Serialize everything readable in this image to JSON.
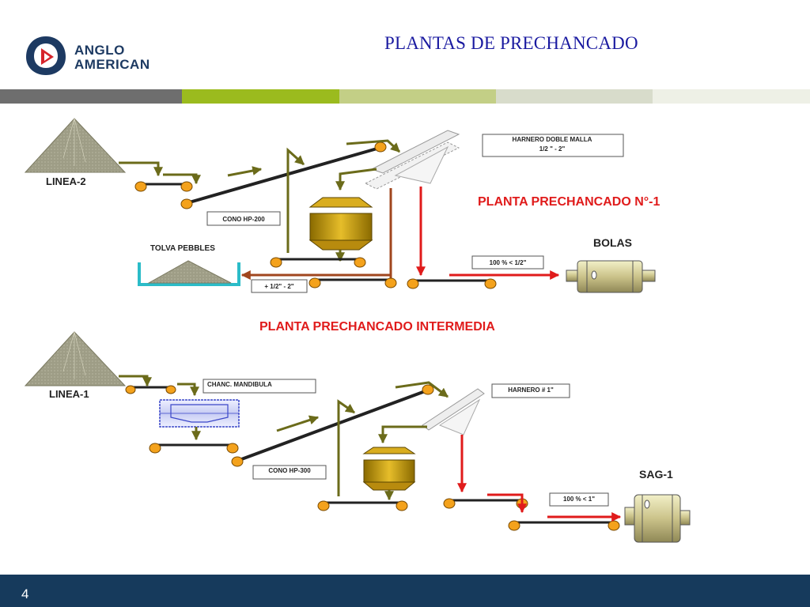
{
  "header": {
    "logo_line1": "ANGLO",
    "logo_line2": "AMERICAN",
    "title": "PLANTAS DE PRECHANCADO"
  },
  "colors": {
    "conveyor": "#222222",
    "feed_arrow": "#6b6b1a",
    "fine_product_arrow": "#e01b1b",
    "recycle_arrow": "#a0461e",
    "header_title": "#1a1aa0",
    "section_title": "#e01b1b",
    "footer": "#163a5c",
    "band_colors": [
      "#6e6e6e",
      "#9bbb1e",
      "#c3cf86",
      "#d8dccb",
      "#eef0e6"
    ]
  },
  "diagram": {
    "planta_1": {
      "stockpile_label": "LINEA-2",
      "screen_label_line1": "HARNERO DOBLE MALLA",
      "screen_label_line2": "1/2 \"   -  2\"",
      "plant_title": "PLANTA PRECHANCADO N°-1",
      "crusher_label": "CONO HP-200",
      "tolva_label": "TOLVA PEBBLES",
      "mill_label": "BOLAS",
      "product_label": "100 % < 1/2\"",
      "recycle_label": "+ 1/2\" -  2\""
    },
    "intermedia": {
      "plant_title": "PLANTA PRECHANCADO INTERMEDIA",
      "stockpile_label": "LINEA-1",
      "jaw_label": "CHANC. MANDIBULA",
      "screen_label": "HARNERO # 1\"",
      "crusher_label": "CONO HP-300",
      "mill_label": "SAG-1",
      "product_label": "100 % < 1\""
    }
  },
  "footer": {
    "page_number": "4"
  }
}
